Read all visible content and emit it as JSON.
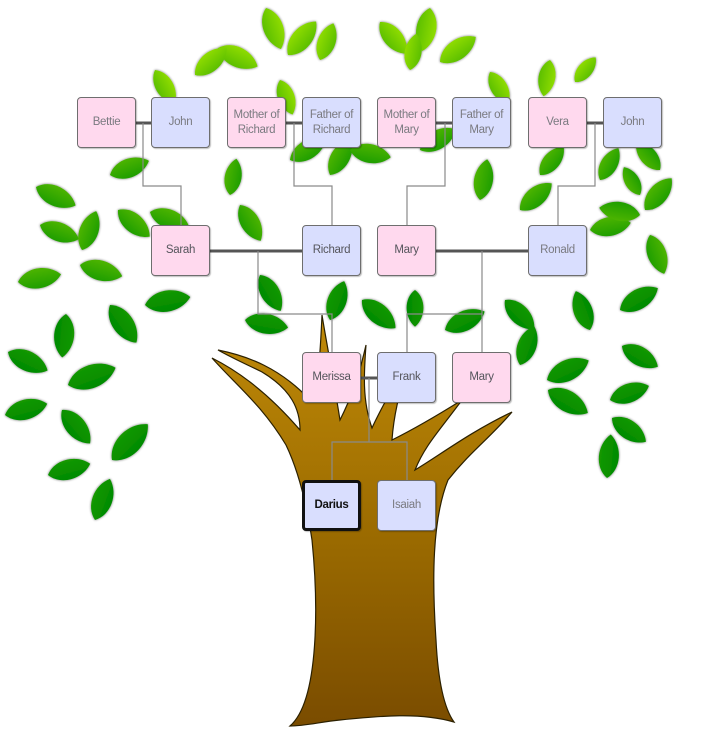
{
  "diagram": {
    "type": "family-tree",
    "colors": {
      "female_box": "#ffd9ee",
      "male_box": "#d9defe",
      "box_border": "#6e6e6e",
      "connector": "#8a8a8a",
      "spouse_line": "#555555",
      "leaf_light": "#7fd400",
      "leaf_dark": "#008a00",
      "trunk_top": "#b8860b",
      "trunk_bottom": "#7a4a00"
    },
    "generations": [
      {
        "level": "great-grandparents",
        "people": [
          {
            "id": "bettie",
            "name": "Bettie",
            "gender": "female"
          },
          {
            "id": "john1",
            "name": "John",
            "gender": "male"
          },
          {
            "id": "mother_of_richard",
            "name": "Mother of Richard",
            "gender": "female"
          },
          {
            "id": "father_of_richard",
            "name": "Father of Richard",
            "gender": "male"
          },
          {
            "id": "mother_of_mary",
            "name": "Mother of Mary",
            "gender": "female"
          },
          {
            "id": "father_of_mary",
            "name": "Father of Mary",
            "gender": "male"
          },
          {
            "id": "vera",
            "name": "Vera",
            "gender": "female"
          },
          {
            "id": "john2",
            "name": "John",
            "gender": "male"
          }
        ]
      },
      {
        "level": "grandparents",
        "people": [
          {
            "id": "sarah",
            "name": "Sarah",
            "gender": "female"
          },
          {
            "id": "richard",
            "name": "Richard",
            "gender": "male"
          },
          {
            "id": "mary1",
            "name": "Mary",
            "gender": "female"
          },
          {
            "id": "ronald",
            "name": "Ronald",
            "gender": "male"
          }
        ]
      },
      {
        "level": "parents",
        "people": [
          {
            "id": "merissa",
            "name": "Merissa",
            "gender": "female"
          },
          {
            "id": "frank",
            "name": "Frank",
            "gender": "male"
          },
          {
            "id": "mary2",
            "name": "Mary",
            "gender": "female"
          }
        ]
      },
      {
        "level": "children",
        "people": [
          {
            "id": "darius",
            "name": "Darius",
            "gender": "male",
            "selected": true
          },
          {
            "id": "isaiah",
            "name": "Isaiah",
            "gender": "male"
          }
        ]
      }
    ],
    "couples": [
      [
        "bettie",
        "john1"
      ],
      [
        "mother_of_richard",
        "father_of_richard"
      ],
      [
        "mother_of_mary",
        "father_of_mary"
      ],
      [
        "vera",
        "john2"
      ],
      [
        "sarah",
        "richard"
      ],
      [
        "mary1",
        "ronald"
      ],
      [
        "merissa",
        "frank"
      ]
    ],
    "parent_child": [
      {
        "parents": [
          "bettie",
          "john1"
        ],
        "child": "sarah"
      },
      {
        "parents": [
          "mother_of_richard",
          "father_of_richard"
        ],
        "child": "richard"
      },
      {
        "parents": [
          "mother_of_mary",
          "father_of_mary"
        ],
        "child": "mary1"
      },
      {
        "parents": [
          "vera",
          "john2"
        ],
        "child": "ronald"
      },
      {
        "parents": [
          "sarah",
          "richard"
        ],
        "child": "merissa"
      },
      {
        "parents": [
          "mary1",
          "ronald"
        ],
        "child": "frank"
      },
      {
        "parents": [
          "mary1",
          "ronald"
        ],
        "child": "mary2"
      },
      {
        "parents": [
          "merissa",
          "frank"
        ],
        "child": "darius"
      },
      {
        "parents": [
          "merissa",
          "frank"
        ],
        "child": "isaiah"
      }
    ]
  }
}
